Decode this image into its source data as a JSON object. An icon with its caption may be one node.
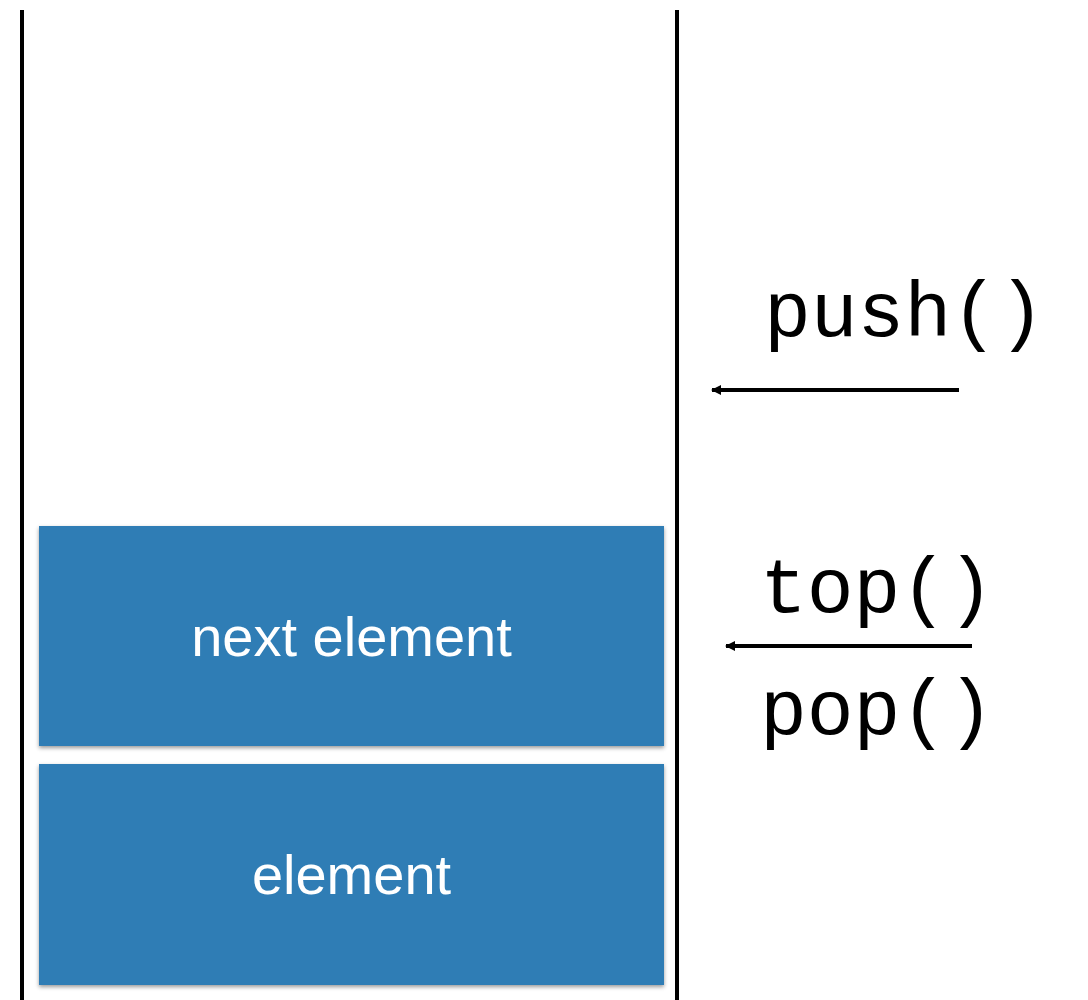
{
  "diagram": {
    "nodes": [
      {
        "text": [
          "next element"
        ]
      },
      {
        "text": [
          "element"
        ]
      },
      {
        "text": [
          "push()"
        ]
      },
      {
        "text": [
          "top()",
          "pop()"
        ]
      }
    ],
    "edges": [
      {
        "from": 2,
        "to": null,
        "arrow": "to"
      },
      {
        "from": 3,
        "to": null,
        "arrow": "to"
      }
    ]
  }
}
